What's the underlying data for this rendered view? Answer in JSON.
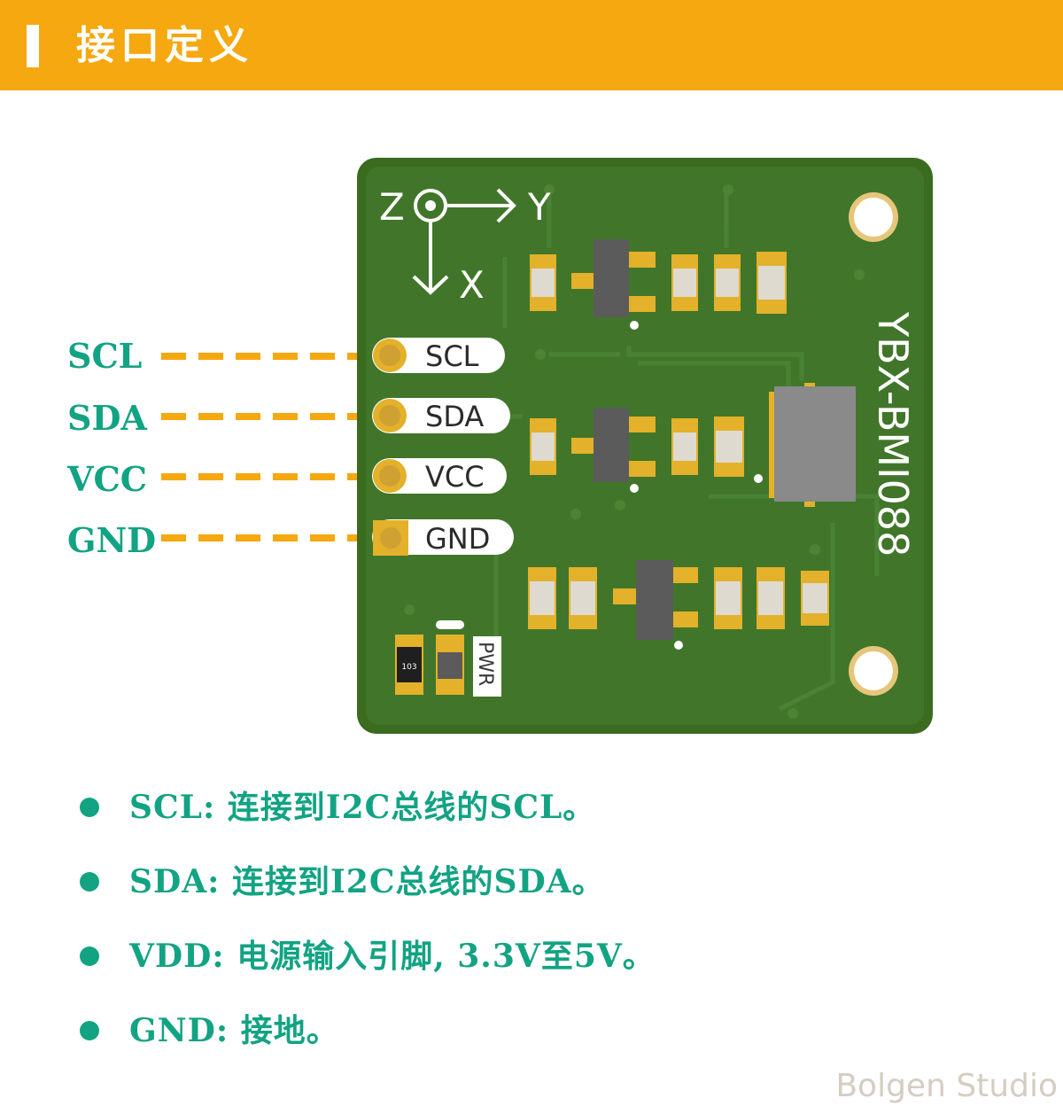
{
  "header": {
    "title": "接口定义"
  },
  "pins": [
    {
      "left_label": "SCL",
      "board_label": "SCL"
    },
    {
      "left_label": "SDA",
      "board_label": "SDA"
    },
    {
      "left_label": "VCC",
      "board_label": "VCC"
    },
    {
      "left_label": "GND",
      "board_label": "GND"
    }
  ],
  "board": {
    "model": "YBX-BMI088",
    "axis_z": "Z",
    "axis_y": "Y",
    "axis_x": "X",
    "pwr_label": "PWR",
    "resistor_text": "103"
  },
  "descriptions": [
    "SCL: 连接到I2C总线的SCL。",
    "SDA: 连接到I2C总线的SDA。",
    "VDD: 电源输入引脚, 3.3V至5V。",
    "GND: 接地。"
  ],
  "watermark": "Bolgen Studio",
  "colors": {
    "header_bg": "#f5a80f",
    "accent_teal": "#12a383",
    "pcb_green": "#3a6b1f",
    "pad_gold": "#e3b12a",
    "dash_orange": "#f5a80f"
  }
}
